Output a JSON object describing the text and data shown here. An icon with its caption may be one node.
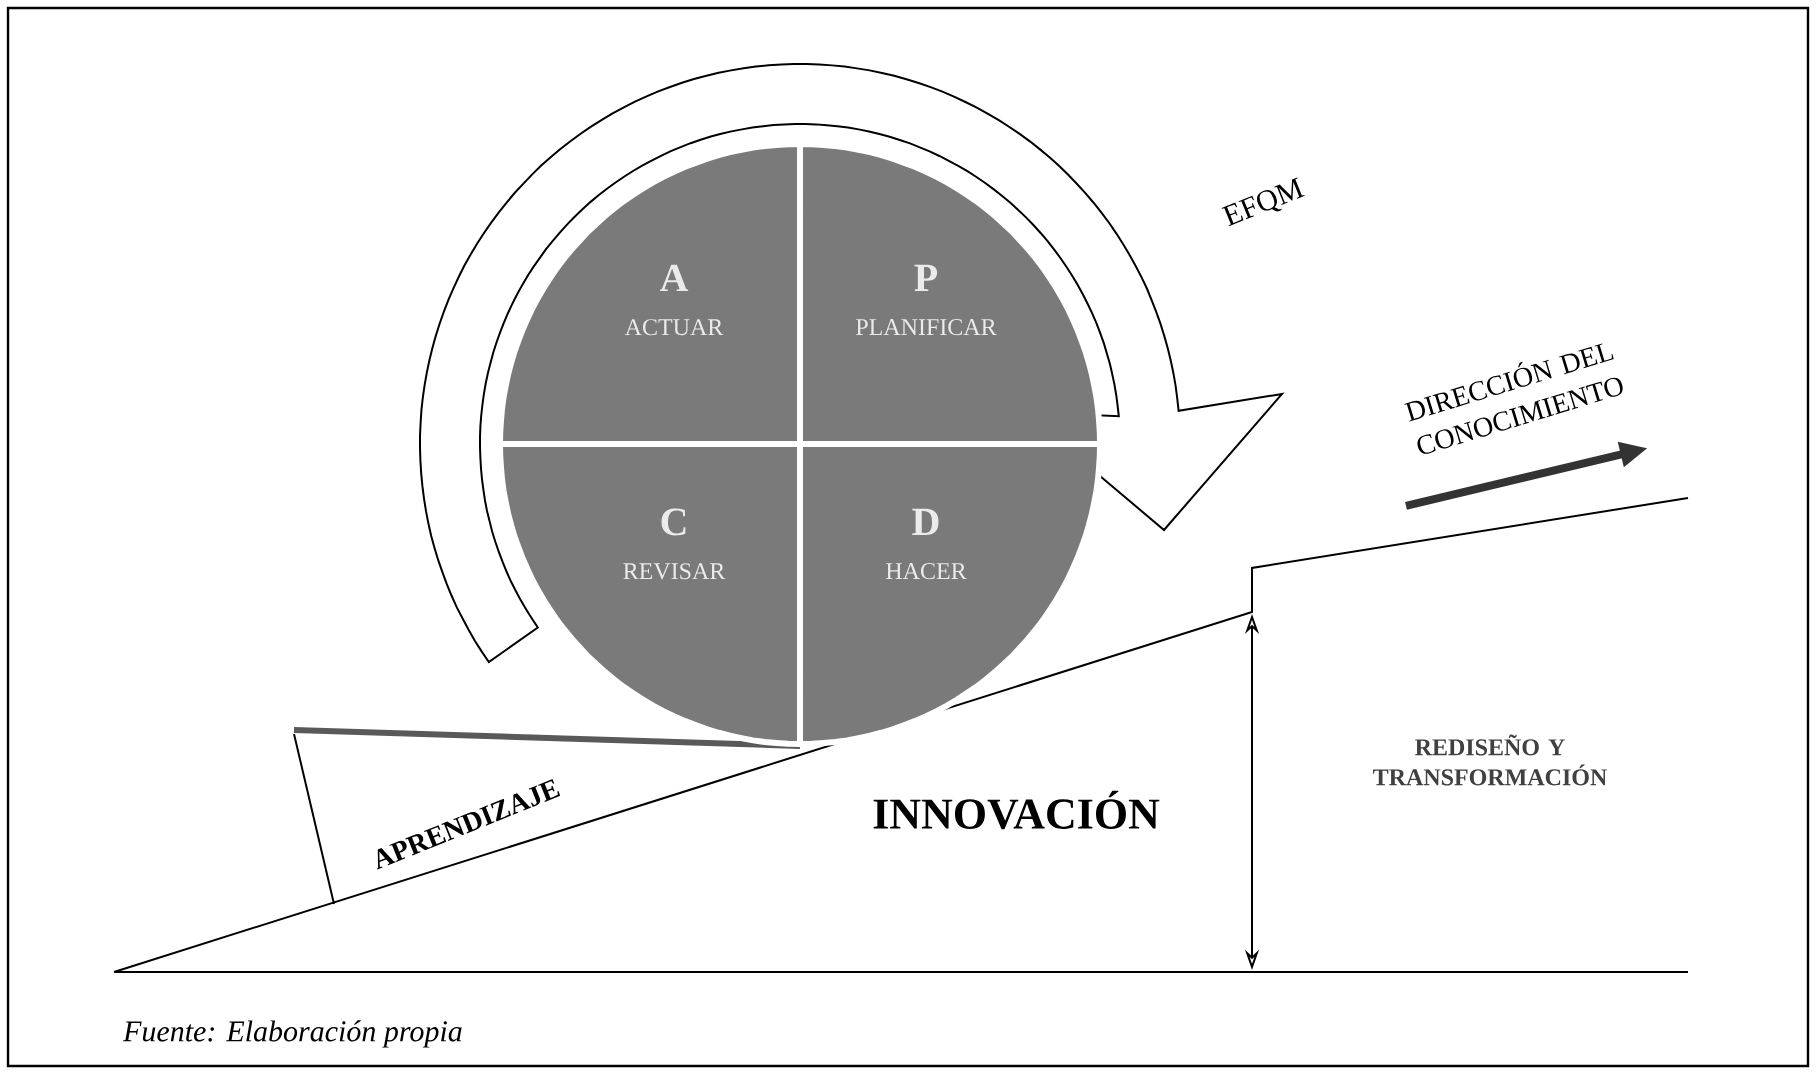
{
  "diagram": {
    "caption": "Fuente: Elaboración propia",
    "nodes": [
      {
        "text": [
          "A",
          "ACTUAR"
        ]
      },
      {
        "text": [
          "P",
          "PLANIFICAR"
        ]
      },
      {
        "text": [
          "C",
          "REVISAR"
        ]
      },
      {
        "text": [
          "D",
          "HACER"
        ]
      }
    ],
    "labels": [
      "EFQM",
      "DIRECCIÓN DEL CONOCIMIENTO",
      "APRENDIZAJE",
      "INNOVACIÓN",
      "REDISEÑO Y TRANSFORMACIÓN"
    ]
  }
}
